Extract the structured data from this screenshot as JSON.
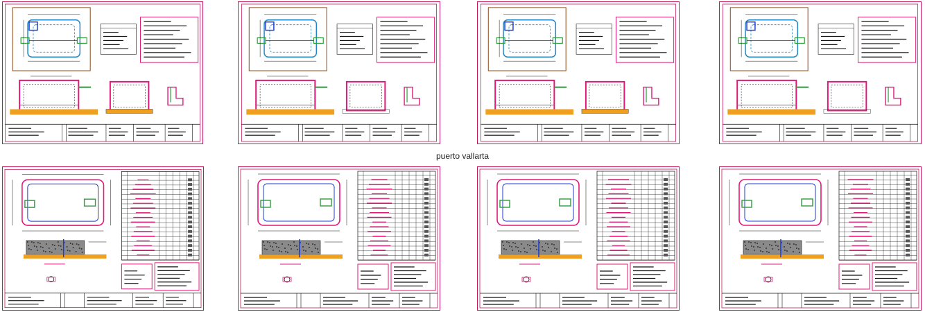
{
  "caption": "puerto vallarta",
  "colors": {
    "frame": "#c2185b",
    "line": "#111111",
    "cyan": "#1e88c8",
    "magenta": "#e0187a",
    "green": "#2e9d3a",
    "orange": "#f0a020",
    "brown": "#8b4513",
    "blue": "#1a3bd6"
  },
  "sheets": [
    {
      "id": "top-1"
    },
    {
      "id": "top-2"
    },
    {
      "id": "top-3"
    },
    {
      "id": "top-4"
    },
    {
      "id": "bottom-1"
    },
    {
      "id": "bottom-2"
    },
    {
      "id": "bottom-3"
    },
    {
      "id": "bottom-4"
    }
  ]
}
